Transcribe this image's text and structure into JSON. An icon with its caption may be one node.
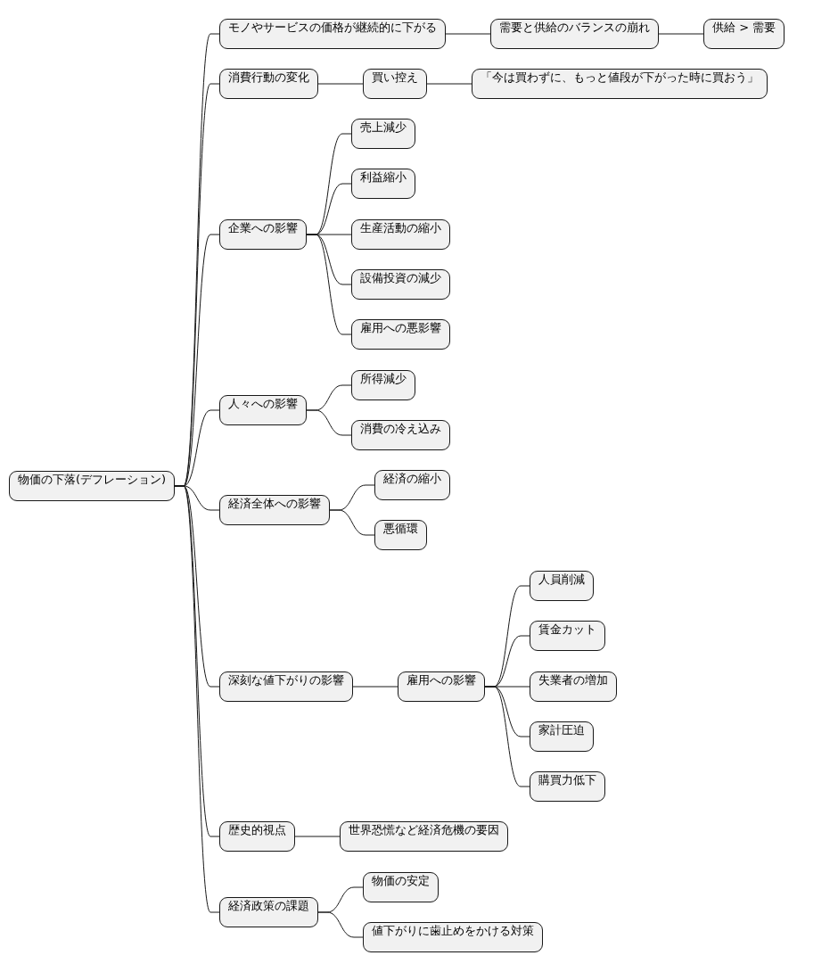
{
  "diagram": {
    "nodes": [
      {
        "text": [
          "物価の下落(デフレーション)"
        ]
      },
      {
        "text": [
          "モノやサービスの価格が継続的に下がる"
        ]
      },
      {
        "text": [
          "需要と供給のバランスの崩れ"
        ]
      },
      {
        "text": [
          "供給 > 需要"
        ]
      },
      {
        "text": [
          "消費行動の変化"
        ]
      },
      {
        "text": [
          "買い控え"
        ]
      },
      {
        "text": [
          "「今は買わずに、もっと値段が下がった時に買おう」"
        ]
      },
      {
        "text": [
          "企業への影響"
        ]
      },
      {
        "text": [
          "売上減少"
        ]
      },
      {
        "text": [
          "利益縮小"
        ]
      },
      {
        "text": [
          "生産活動の縮小"
        ]
      },
      {
        "text": [
          "設備投資の減少"
        ]
      },
      {
        "text": [
          "雇用への悪影響"
        ]
      },
      {
        "text": [
          "人々への影響"
        ]
      },
      {
        "text": [
          "所得減少"
        ]
      },
      {
        "text": [
          "消費の冷え込み"
        ]
      },
      {
        "text": [
          "経済全体への影響"
        ]
      },
      {
        "text": [
          "経済の縮小"
        ]
      },
      {
        "text": [
          "悪循環"
        ]
      },
      {
        "text": [
          "深刻な値下がりの影響"
        ]
      },
      {
        "text": [
          "雇用への影響"
        ]
      },
      {
        "text": [
          "人員削減"
        ]
      },
      {
        "text": [
          "賃金カット"
        ]
      },
      {
        "text": [
          "失業者の増加"
        ]
      },
      {
        "text": [
          "家計圧迫"
        ]
      },
      {
        "text": [
          "購買力低下"
        ]
      },
      {
        "text": [
          "歴史的視点"
        ]
      },
      {
        "text": [
          "世界恐慌など経済危機の要因"
        ]
      },
      {
        "text": [
          "経済政策の課題"
        ]
      },
      {
        "text": [
          "物価の安定"
        ]
      },
      {
        "text": [
          "値下がりに歯止めをかける対策"
        ]
      }
    ],
    "edges": [
      {
        "from": 0,
        "to": 1,
        "arrow": "none"
      },
      {
        "from": 1,
        "to": 2,
        "arrow": "none"
      },
      {
        "from": 2,
        "to": 3,
        "arrow": "none"
      },
      {
        "from": 0,
        "to": 4,
        "arrow": "none"
      },
      {
        "from": 4,
        "to": 5,
        "arrow": "none"
      },
      {
        "from": 5,
        "to": 6,
        "arrow": "none"
      },
      {
        "from": 0,
        "to": 7,
        "arrow": "none"
      },
      {
        "from": 7,
        "to": 8,
        "arrow": "none"
      },
      {
        "from": 7,
        "to": 9,
        "arrow": "none"
      },
      {
        "from": 7,
        "to": 10,
        "arrow": "none"
      },
      {
        "from": 7,
        "to": 11,
        "arrow": "none"
      },
      {
        "from": 7,
        "to": 12,
        "arrow": "none"
      },
      {
        "from": 0,
        "to": 13,
        "arrow": "none"
      },
      {
        "from": 13,
        "to": 14,
        "arrow": "none"
      },
      {
        "from": 13,
        "to": 15,
        "arrow": "none"
      },
      {
        "from": 0,
        "to": 16,
        "arrow": "none"
      },
      {
        "from": 16,
        "to": 17,
        "arrow": "none"
      },
      {
        "from": 16,
        "to": 18,
        "arrow": "none"
      },
      {
        "from": 0,
        "to": 19,
        "arrow": "none"
      },
      {
        "from": 19,
        "to": 20,
        "arrow": "none"
      },
      {
        "from": 20,
        "to": 21,
        "arrow": "none"
      },
      {
        "from": 20,
        "to": 22,
        "arrow": "none"
      },
      {
        "from": 20,
        "to": 23,
        "arrow": "none"
      },
      {
        "from": 20,
        "to": 24,
        "arrow": "none"
      },
      {
        "from": 20,
        "to": 25,
        "arrow": "none"
      },
      {
        "from": 0,
        "to": 26,
        "arrow": "none"
      },
      {
        "from": 26,
        "to": 27,
        "arrow": "none"
      },
      {
        "from": 0,
        "to": 28,
        "arrow": "none"
      },
      {
        "from": 28,
        "to": 29,
        "arrow": "none"
      },
      {
        "from": 28,
        "to": 30,
        "arrow": "none"
      }
    ]
  }
}
